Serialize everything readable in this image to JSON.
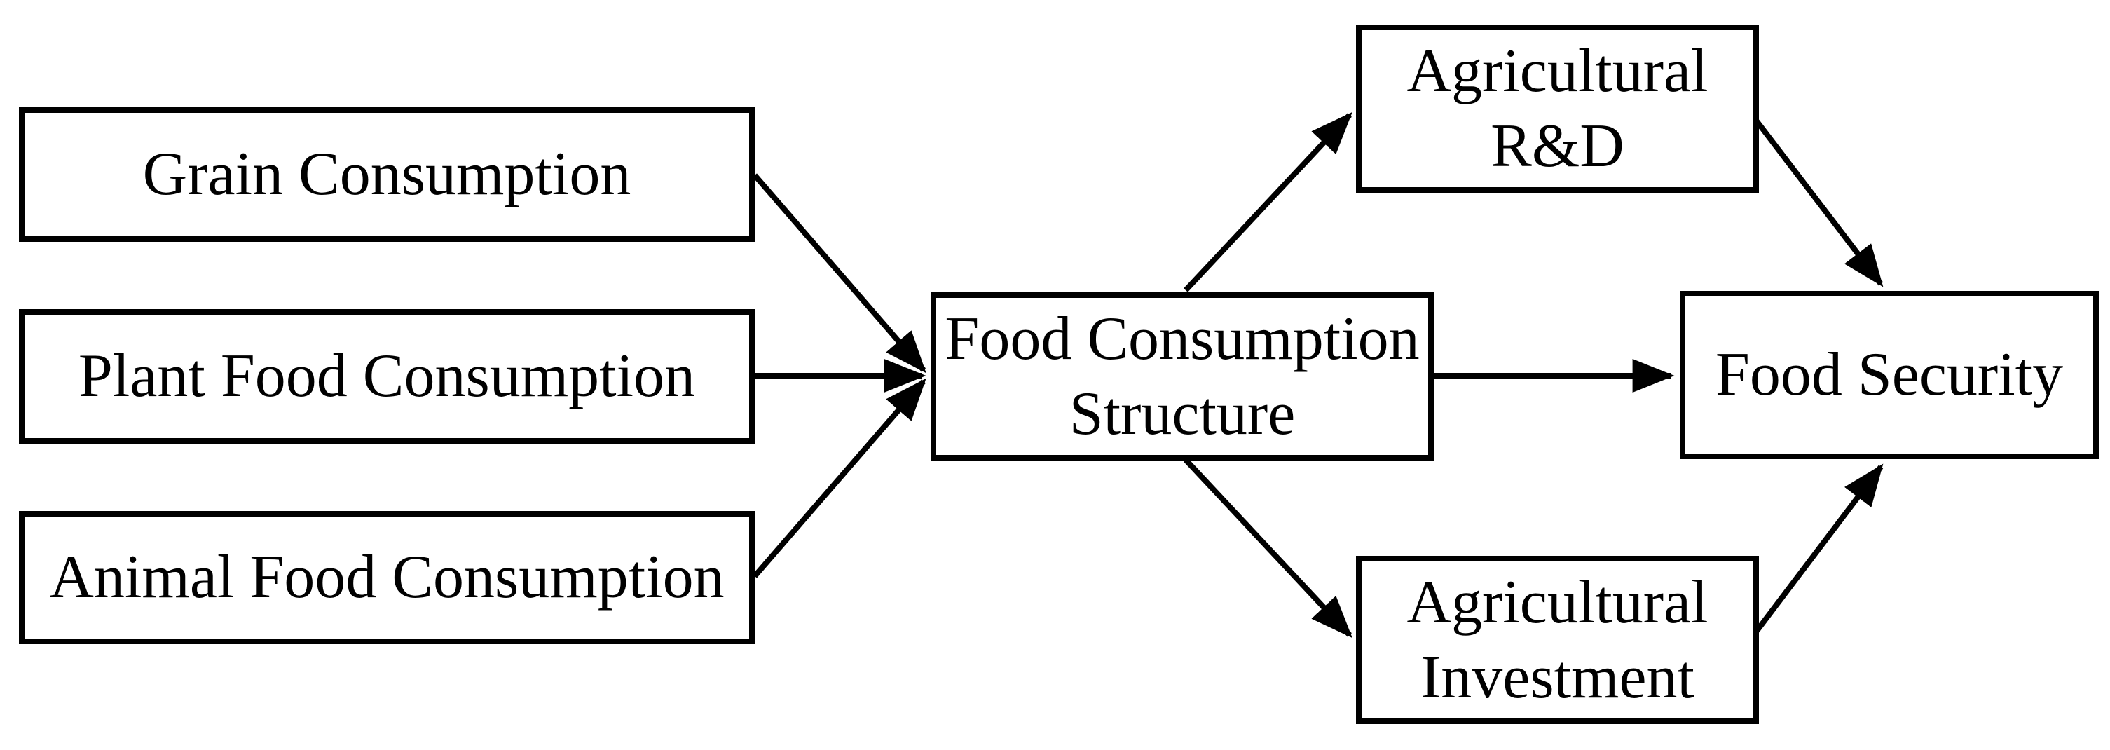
{
  "diagram": {
    "background_color": "#ffffff",
    "ink_color": "#000000",
    "nodes": {
      "grain": {
        "label": "Grain Consumption"
      },
      "plant": {
        "label": "Plant Food Consumption"
      },
      "animal": {
        "label": "Animal Food Consumption"
      },
      "structure": {
        "label": "Food Consumption\nStructure"
      },
      "rnd": {
        "label": "Agricultural\nR&D"
      },
      "invest": {
        "label": "Agricultural\nInvestment"
      },
      "security": {
        "label": "Food Security"
      }
    },
    "edges": [
      {
        "from": "Grain Consumption",
        "to": "Food Consumption Structure"
      },
      {
        "from": "Plant Food Consumption",
        "to": "Food Consumption Structure"
      },
      {
        "from": "Animal Food Consumption",
        "to": "Food Consumption Structure"
      },
      {
        "from": "Food Consumption Structure",
        "to": "Agricultural R&D"
      },
      {
        "from": "Food Consumption Structure",
        "to": "Food Security"
      },
      {
        "from": "Food Consumption Structure",
        "to": "Agricultural Investment"
      },
      {
        "from": "Agricultural R&D",
        "to": "Food Security"
      },
      {
        "from": "Agricultural Investment",
        "to": "Food Security"
      }
    ]
  }
}
